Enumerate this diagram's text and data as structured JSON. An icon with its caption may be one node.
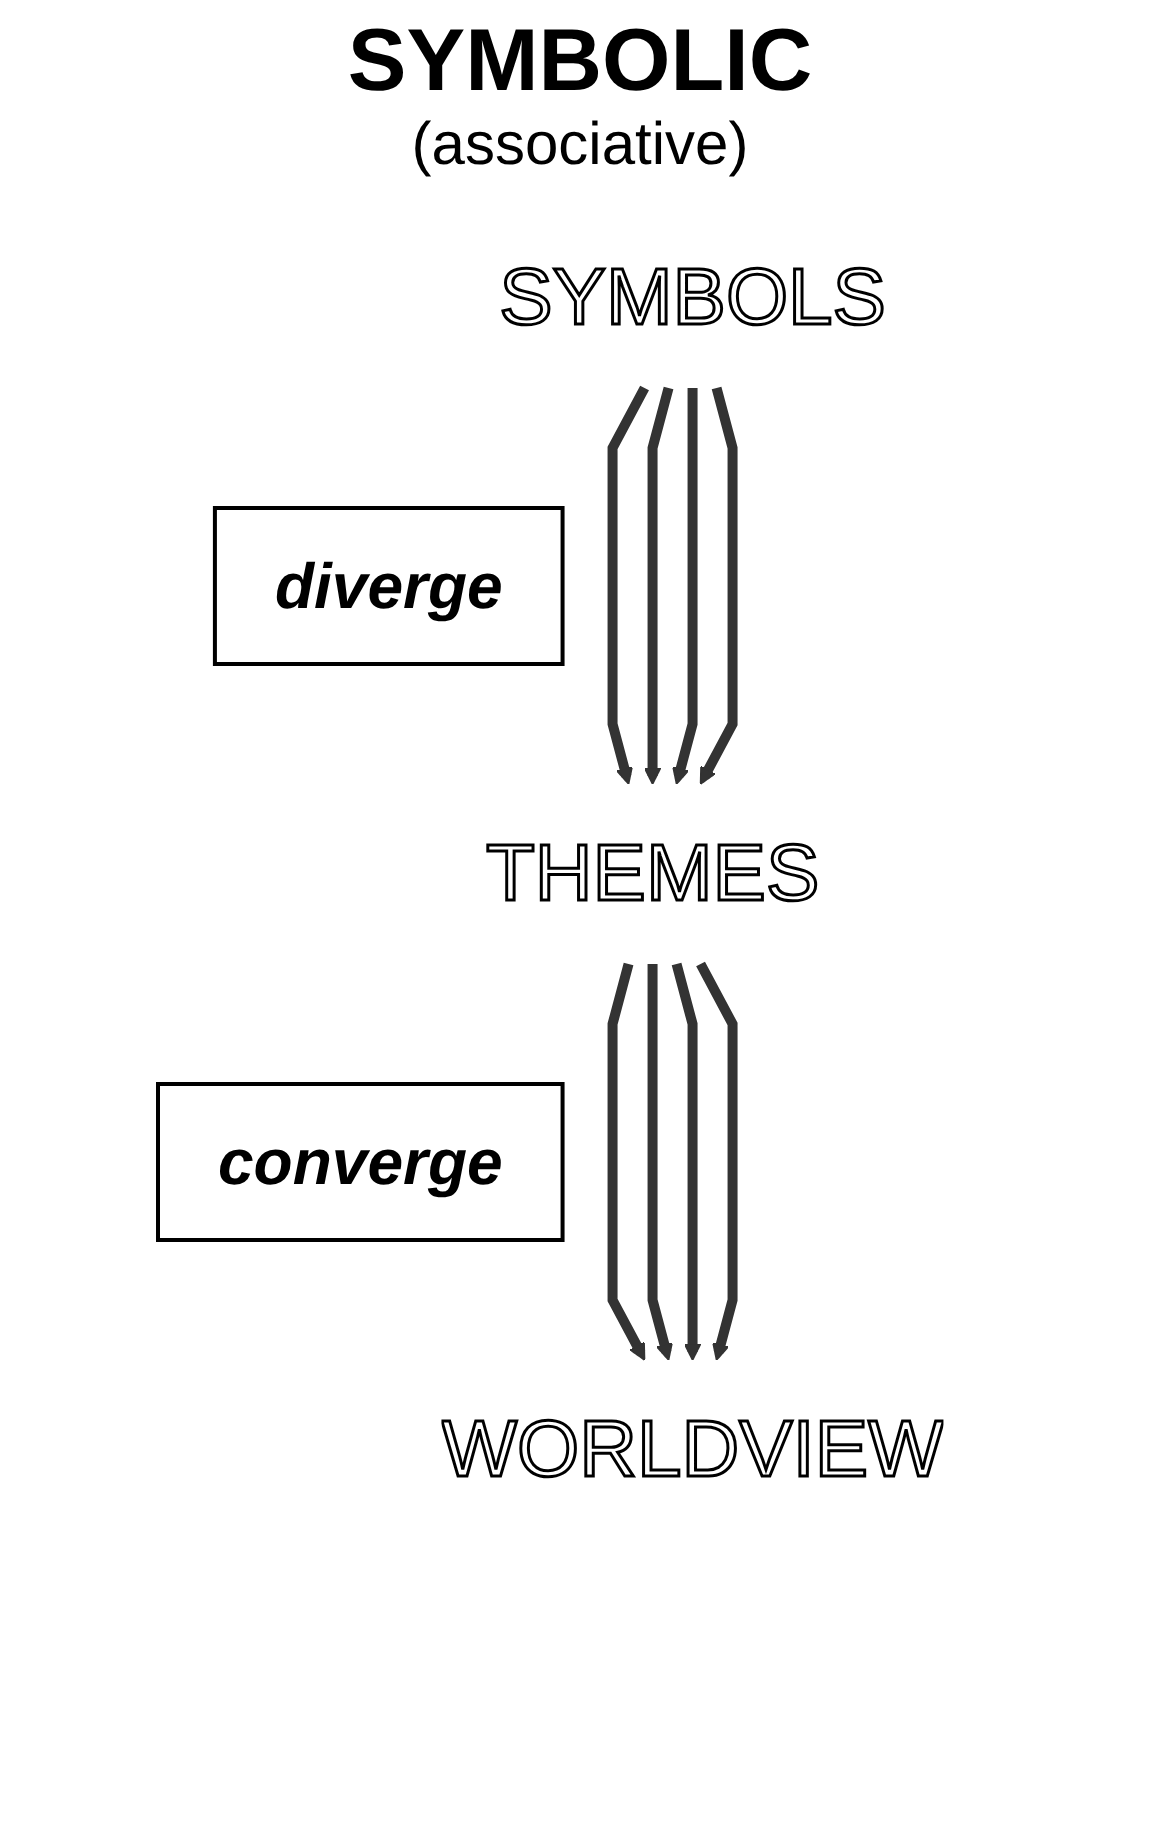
{
  "diagram": {
    "title": "SYMBOLIC",
    "nodes": [
      {
        "text": [
          "SYMBOLS"
        ]
      },
      {
        "text": [
          "diverge"
        ]
      },
      {
        "text": [
          "THEMES"
        ]
      },
      {
        "text": [
          "converge"
        ]
      },
      {
        "text": [
          "WORLDVIEW"
        ]
      }
    ],
    "edges": [
      {
        "from": 0,
        "to": 2,
        "arrow": "to"
      },
      {
        "from": 0,
        "to": 2,
        "arrow": "to"
      },
      {
        "from": 0,
        "to": 2,
        "arrow": "to"
      },
      {
        "from": 0,
        "to": 2,
        "arrow": "to"
      },
      {
        "from": 2,
        "to": 4,
        "arrow": "to"
      },
      {
        "from": 2,
        "to": 4,
        "arrow": "to"
      },
      {
        "from": 2,
        "to": 4,
        "arrow": "to"
      },
      {
        "from": 2,
        "to": 4,
        "arrow": "to"
      }
    ],
    "labels": [
      "(associative)"
    ]
  }
}
